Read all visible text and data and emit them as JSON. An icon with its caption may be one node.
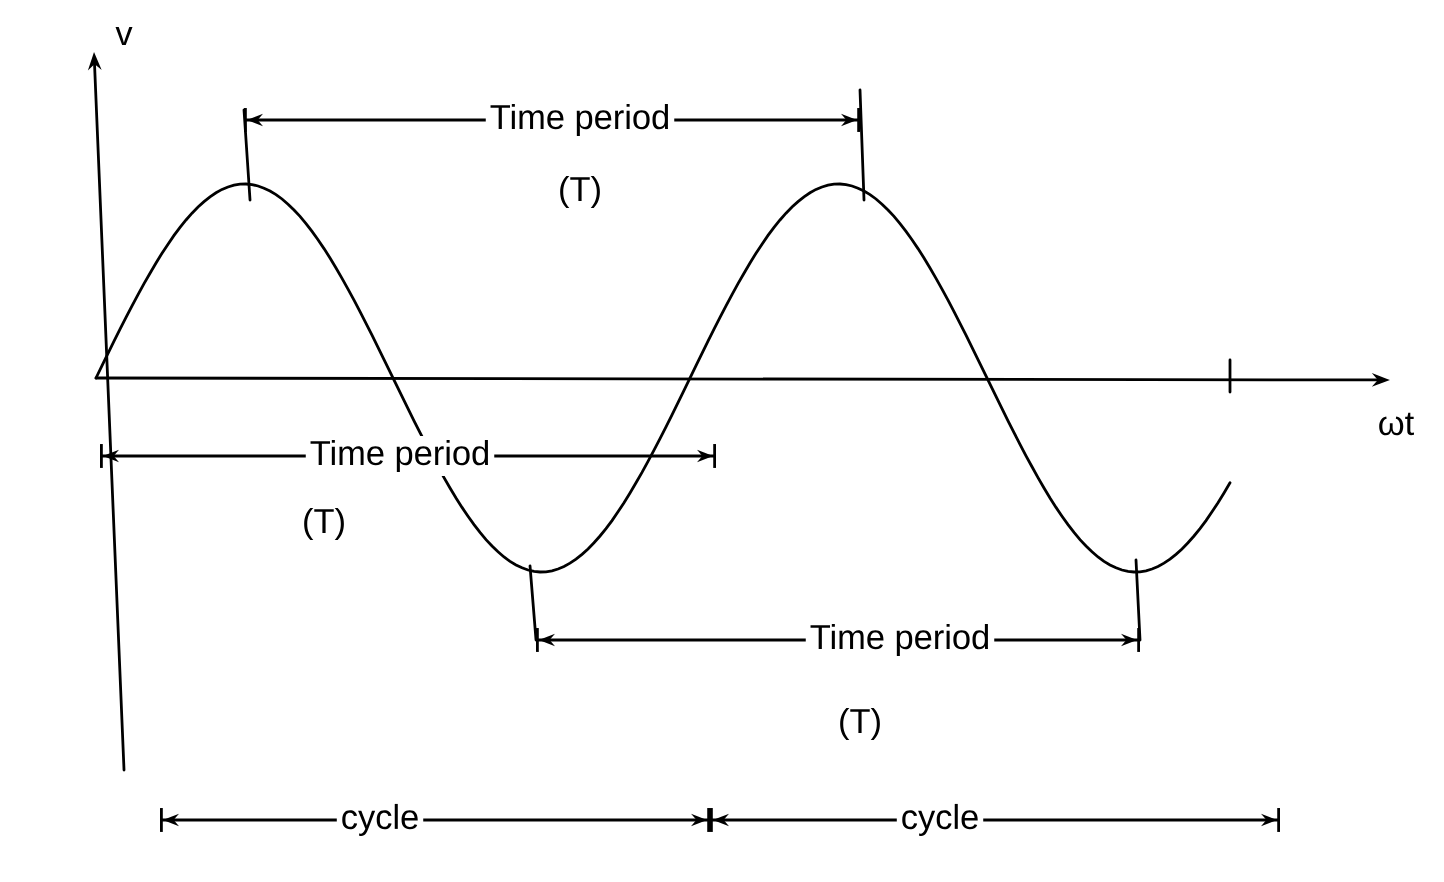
{
  "diagram": {
    "labels": [
      "v",
      "Time period",
      "(T)",
      "ωt",
      "Time period",
      "(T)",
      "Time period",
      "(T)",
      "cycle",
      "cycle"
    ]
  }
}
